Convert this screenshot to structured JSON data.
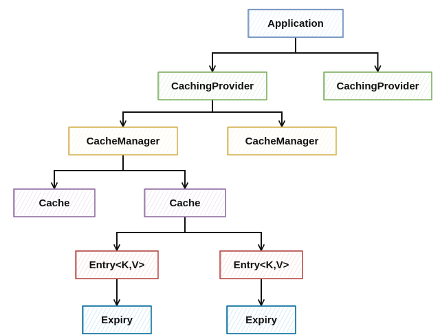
{
  "diagram": {
    "nodes": [
      {
        "id": "application",
        "label": "Application",
        "kind": "blue"
      },
      {
        "id": "caching-provider-1",
        "label": "CachingProvider",
        "kind": "green"
      },
      {
        "id": "caching-provider-2",
        "label": "CachingProvider",
        "kind": "green"
      },
      {
        "id": "cache-manager-1",
        "label": "CacheManager",
        "kind": "yellow"
      },
      {
        "id": "cache-manager-2",
        "label": "CacheManager",
        "kind": "yellow"
      },
      {
        "id": "cache-1",
        "label": "Cache",
        "kind": "purple"
      },
      {
        "id": "cache-2",
        "label": "Cache",
        "kind": "purple"
      },
      {
        "id": "entry-1",
        "label": "Entry<K,V>",
        "kind": "red"
      },
      {
        "id": "entry-2",
        "label": "Entry<K,V>",
        "kind": "red"
      },
      {
        "id": "expiry-1",
        "label": "Expiry",
        "kind": "cyan"
      },
      {
        "id": "expiry-2",
        "label": "Expiry",
        "kind": "cyan"
      }
    ],
    "edges": [
      {
        "from": "application",
        "to": "caching-provider-1"
      },
      {
        "from": "application",
        "to": "caching-provider-2"
      },
      {
        "from": "caching-provider-1",
        "to": "cache-manager-1"
      },
      {
        "from": "caching-provider-1",
        "to": "cache-manager-2"
      },
      {
        "from": "cache-manager-1",
        "to": "cache-1"
      },
      {
        "from": "cache-manager-1",
        "to": "cache-2"
      },
      {
        "from": "cache-2",
        "to": "entry-1"
      },
      {
        "from": "cache-2",
        "to": "entry-2"
      },
      {
        "from": "entry-1",
        "to": "expiry-1"
      },
      {
        "from": "entry-2",
        "to": "expiry-2"
      }
    ],
    "palette": {
      "blue": {
        "fill": "#dae8fc",
        "stroke": "#6c8ebf"
      },
      "green": {
        "fill": "#d5e8d4",
        "stroke": "#82b366"
      },
      "yellow": {
        "fill": "#fff2cc",
        "stroke": "#d6b656"
      },
      "purple": {
        "fill": "#e1d5e7",
        "stroke": "#9673a6"
      },
      "red": {
        "fill": "#f8cecc",
        "stroke": "#b85450"
      },
      "cyan": {
        "fill": "#b1ddf0",
        "stroke": "#10739e"
      }
    },
    "edge_color": "#111111"
  }
}
